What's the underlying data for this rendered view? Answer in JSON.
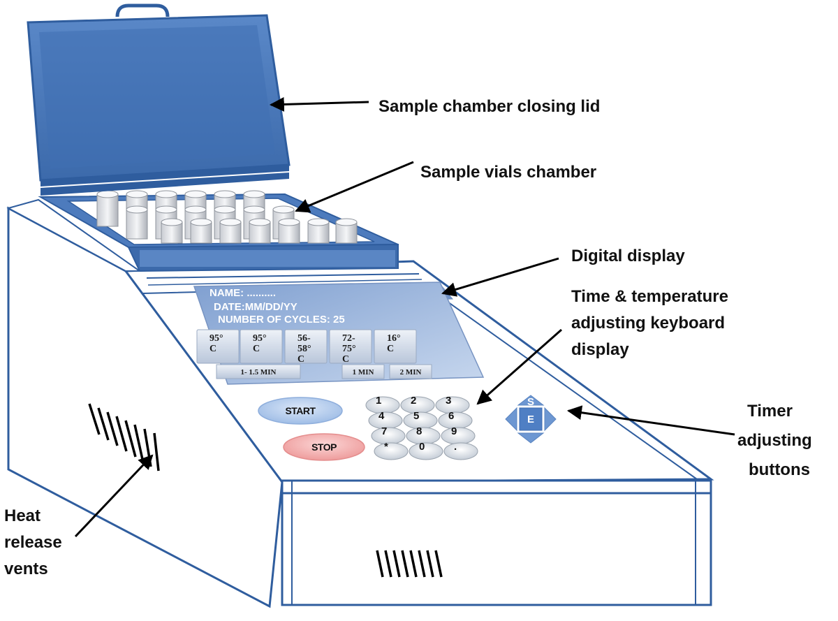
{
  "labels": {
    "lid": "Sample chamber closing lid",
    "vials": "Sample vials chamber",
    "display": "Digital display",
    "keyboard_line1": "Time & temperature",
    "keyboard_line2": "adjusting keyboard",
    "keyboard_line3": "display",
    "timer_line1": "Timer",
    "timer_line2": "adjusting",
    "timer_line3": "buttons",
    "vents_line1": "Heat",
    "vents_line2": "release",
    "vents_line3": "vents"
  },
  "screen": {
    "name": "NAME: ..........",
    "date": "DATE:MM/DD/YY",
    "cycles": "NUMBER OF CYCLES: 25",
    "steps": [
      {
        "line1": "95°",
        "line2": "C"
      },
      {
        "line1": "95°",
        "line2": "C"
      },
      {
        "line1": "56-",
        "line2": "58°",
        "line3": "C"
      },
      {
        "line1": "72-",
        "line2": "75°",
        "line3": "C"
      },
      {
        "line1": "16°",
        "line2": "C"
      }
    ],
    "times": [
      "1- 1.5 MIN",
      "1 MIN",
      "2 MIN"
    ]
  },
  "controls": {
    "start": "START",
    "stop": "STOP",
    "keys": [
      "1",
      "2",
      "3",
      "4",
      "5",
      "6",
      "7",
      "8",
      "9",
      "*",
      "0",
      "."
    ],
    "nav_top": "S",
    "nav_center": "E"
  },
  "colors": {
    "device_blue": "#2f5d9e",
    "lid_blue": "#4a7abd",
    "start_button": "#a9c4ea",
    "stop_button": "#f2a3a3",
    "arrow": "#000000"
  }
}
